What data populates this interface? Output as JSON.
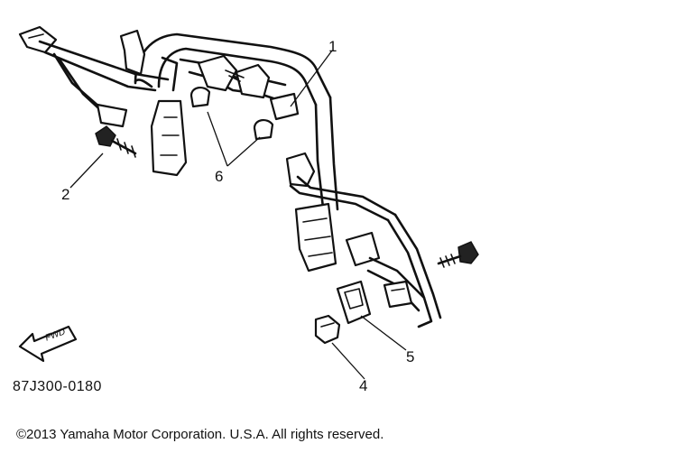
{
  "diagram": {
    "callouts": [
      {
        "id": "1",
        "label": "1"
      },
      {
        "id": "2",
        "label": "2"
      },
      {
        "id": "4",
        "label": "4"
      },
      {
        "id": "5",
        "label": "5"
      },
      {
        "id": "6",
        "label": "6"
      }
    ],
    "fwd_arrow_label": "FWD",
    "part_code": "87J300-0180",
    "copyright": "©2013 Yamaha Motor Corporation. U.S.A. All rights reserved."
  }
}
